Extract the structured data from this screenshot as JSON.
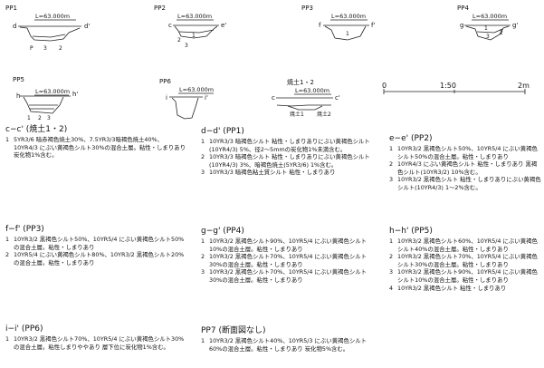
{
  "sections": [
    {
      "id": "PP1",
      "length": "L=63.000m",
      "left": "d",
      "right": "d'",
      "layers": [
        "P",
        "3",
        "2"
      ]
    },
    {
      "id": "PP2",
      "length": "L=63.000m",
      "left": "c",
      "right": "e'",
      "layers": [
        "2",
        "1",
        "3"
      ]
    },
    {
      "id": "PP3",
      "length": "L=63.000m",
      "left": "f",
      "right": "f'",
      "layers": [
        "1"
      ]
    },
    {
      "id": "PP4",
      "length": "L=63.000m",
      "left": "g",
      "right": "g'",
      "layers": [
        "1",
        "2",
        "3"
      ]
    },
    {
      "id": "PP5",
      "length": "L=63.000m",
      "left": "h",
      "right": "h'",
      "layers": [
        "1",
        "2",
        "3"
      ]
    },
    {
      "id": "PP6",
      "length": "L=63.000m",
      "left": "i",
      "right": "i'",
      "layers": []
    },
    {
      "id": "焼土1・2",
      "length": "L=63.000m",
      "left": "c",
      "right": "c'",
      "layers": [
        "焼土1",
        "焼土2"
      ]
    }
  ],
  "scale": {
    "start": "0",
    "label": "1:50",
    "end": "2m"
  },
  "descriptions": {
    "cc": {
      "heading": "c−c' (焼土1・2)",
      "items": [
        {
          "n": "1",
          "t": "5YR3/6 暗赤褐色焼土30%、7.5YR3/3暗褐色焼土40%、10YR4/3 にぶい黄褐色シルト30%の混合土層。粘性・しまりあり 炭化物1%含む。"
        }
      ]
    },
    "dd": {
      "heading": "d−d' (PP1)",
      "items": [
        {
          "n": "1",
          "t": "10YR3/3 暗褐色シルト 粘性・しまりありにぶい黄褐色シルト(10YR4/3) 5%、径2〜5mmの炭化物1%未満含む。"
        },
        {
          "n": "2",
          "t": "10YR3/3 暗褐色シルト 粘性・しまりありにぶい黄褐色シルト(10YR4/3) 3%、暗褐色焼土(5YR3/6) 1%含む。"
        },
        {
          "n": "3",
          "t": "10YR3/3 暗褐色粘土質シルト 粘性・しまりあり"
        }
      ]
    },
    "ee": {
      "heading": "e−e' (PP2)",
      "items": [
        {
          "n": "1",
          "t": "10YR3/2 黒褐色シルト50%、10YR5/4 にぶい黄褐色シルト50%の混合土層。粘性・しまりあり"
        },
        {
          "n": "2",
          "t": "10YR4/3 にぶい黄褐色シルト 粘性・しまりあり 黒褐色シルト(10YR3/2) 10%含む。"
        },
        {
          "n": "3",
          "t": "10YR3/2 黒褐色シルト 粘性・しまりありにぶい黄褐色シルト(10YR4/3) 1〜2%含む。"
        }
      ]
    },
    "ff": {
      "heading": "f−f' (PP3)",
      "items": [
        {
          "n": "1",
          "t": "10YR3/2 黒褐色シルト50%、10YR5/4 にぶい黄褐色シルト50%の混合土層。粘性・しまりあり"
        },
        {
          "n": "2",
          "t": "10YR5/4 にぶい黄褐色シルト80%、10YR3/2 黒褐色シルト20%の混合土層。粘性・しまりあり"
        }
      ]
    },
    "gg": {
      "heading": "g−g' (PP4)",
      "items": [
        {
          "n": "1",
          "t": "10YR3/2 黒褐色シルト90%、10YR5/4 にぶい黄褐色シルト10%の混合土層。粘性・しまりあり"
        },
        {
          "n": "2",
          "t": "10YR3/2 黒褐色シルト70%、10YR5/4 にぶい黄褐色シルト30%の混合土層。粘性・しまりあり"
        },
        {
          "n": "3",
          "t": "10YR3/2 黒褐色シルト70%、10YR5/4 にぶい黄褐色シルト30%の混合土層。粘性・しまりあり"
        }
      ]
    },
    "hh": {
      "heading": "h−h' (PP5)",
      "items": [
        {
          "n": "1",
          "t": "10YR3/2 黒褐色シルト60%、10YR5/4 にぶい黄褐色シルト40%の混合土層。粘性・しまりあり"
        },
        {
          "n": "2",
          "t": "10YR3/2 黒褐色シルト70%、10YR5/4 にぶい黄褐色シルト30%の混合土層。粘性・しまりあり"
        },
        {
          "n": "3",
          "t": "10YR3/2 黒褐色シルト90%、10YR5/4 にぶい黄褐色シルト10%の混合土層。粘性・しまりあり"
        },
        {
          "n": "4",
          "t": "10YR3/2 黒褐色シルト 粘性・しまりあり"
        }
      ]
    },
    "ii": {
      "heading": "i−i' (PP6)",
      "items": [
        {
          "n": "1",
          "t": "10YR3/2 黒褐色シルト70%、10YR5/4 にぶい黄褐色シルト30%の混合土層。粘性しまりややあり 層下位に炭化物1%含む。"
        }
      ]
    },
    "pp7": {
      "heading": "PP7 (断面図なし)",
      "items": [
        {
          "n": "1",
          "t": "10YR3/2 黒褐色シルト40%、10YR5/3 にぶい黄褐色シルト60%の混合土層。粘性・しまりあり 炭化物5%含む。"
        }
      ]
    }
  }
}
